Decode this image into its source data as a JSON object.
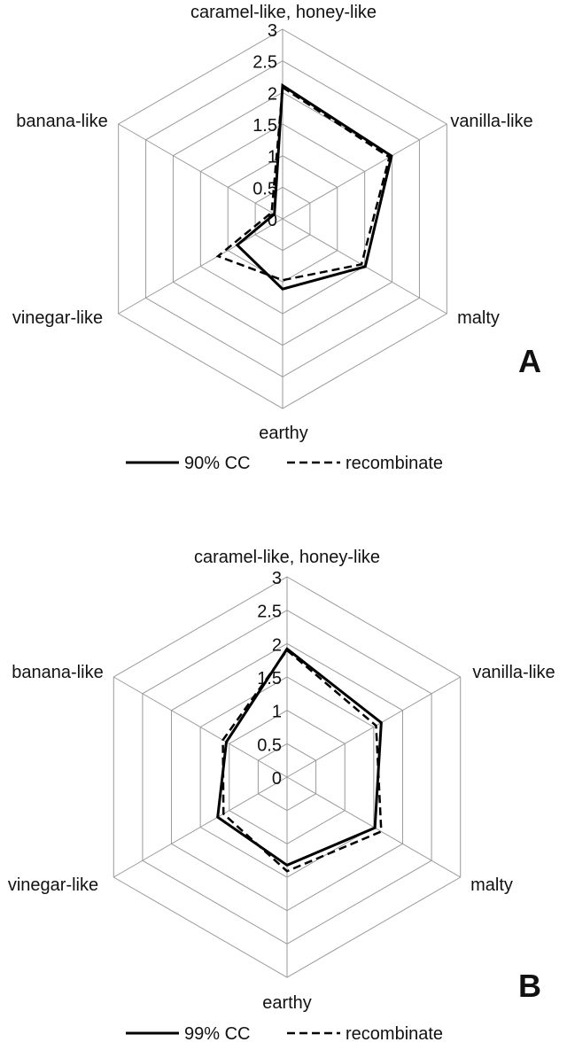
{
  "chart_data": [
    {
      "type": "radar",
      "panel_label": "A",
      "axes": [
        "caramel-like, honey-like",
        "vanilla-like",
        "malty",
        "earthy",
        "vinegar-like",
        "banana-like"
      ],
      "ticks": [
        "0",
        "0.5",
        "1",
        "1.5",
        "2",
        "2.5",
        "3"
      ],
      "range": [
        0,
        3
      ],
      "grid": true,
      "legend_position": "bottom",
      "series": [
        {
          "name": "90% CC",
          "style": "solid",
          "values": [
            2.11,
            1.99,
            1.51,
            1.11,
            0.83,
            0.15
          ]
        },
        {
          "name": "recombinate",
          "style": "dashed",
          "values": [
            2.08,
            1.95,
            1.44,
            0.97,
            1.18,
            0.2
          ]
        }
      ]
    },
    {
      "type": "radar",
      "panel_label": "B",
      "axes": [
        "caramel-like, honey-like",
        "vanilla-like",
        "malty",
        "earthy",
        "vinegar-like",
        "banana-like"
      ],
      "ticks": [
        "0",
        "0.5",
        "1",
        "1.5",
        "2",
        "2.5",
        "3"
      ],
      "range": [
        0,
        3
      ],
      "grid": true,
      "legend_position": "bottom",
      "series": [
        {
          "name": "99% CC",
          "style": "solid",
          "values": [
            1.92,
            1.63,
            1.52,
            1.32,
            1.2,
            1.05
          ]
        },
        {
          "name": "recombinate",
          "style": "dashed",
          "values": [
            1.9,
            1.54,
            1.63,
            1.41,
            1.1,
            1.11
          ]
        }
      ]
    }
  ]
}
